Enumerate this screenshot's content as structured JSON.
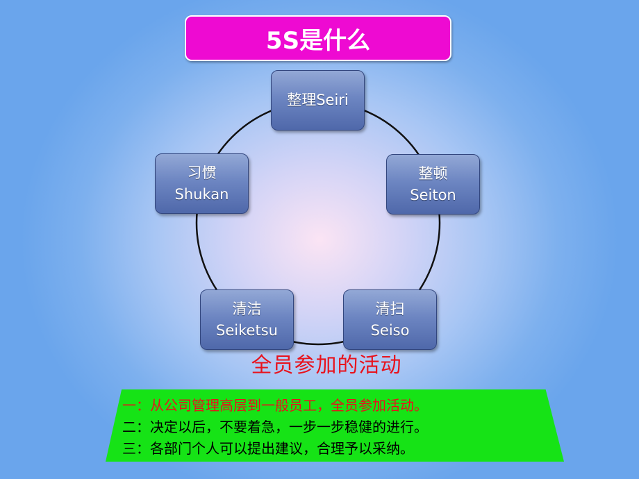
{
  "title": "5S是什么",
  "nodes": [
    {
      "cn": "整理",
      "en": "Seiri"
    },
    {
      "cn": "整顿",
      "en": "Seiton"
    },
    {
      "cn": "清扫",
      "en": "Seiso"
    },
    {
      "cn": "清洁",
      "en": "Seiketsu"
    },
    {
      "cn": "习惯",
      "en": "Shukan"
    }
  ],
  "caption": "全员参加的活动",
  "points": [
    {
      "text": "一：从公司管理高层到一般员工，全员参加活动。",
      "color": "#e8121c"
    },
    {
      "text": "二：决定以后，不要着急，一步一步稳健的进行。",
      "color": "#000000"
    },
    {
      "text": "三：各部门个人可以提出建议，合理予以采纳。",
      "color": "#000000"
    }
  ],
  "colors": {
    "title_bg": "#ee0ad2",
    "node_fill": "#6d86c2",
    "caption": "#e8121c",
    "band": "#16e316"
  }
}
